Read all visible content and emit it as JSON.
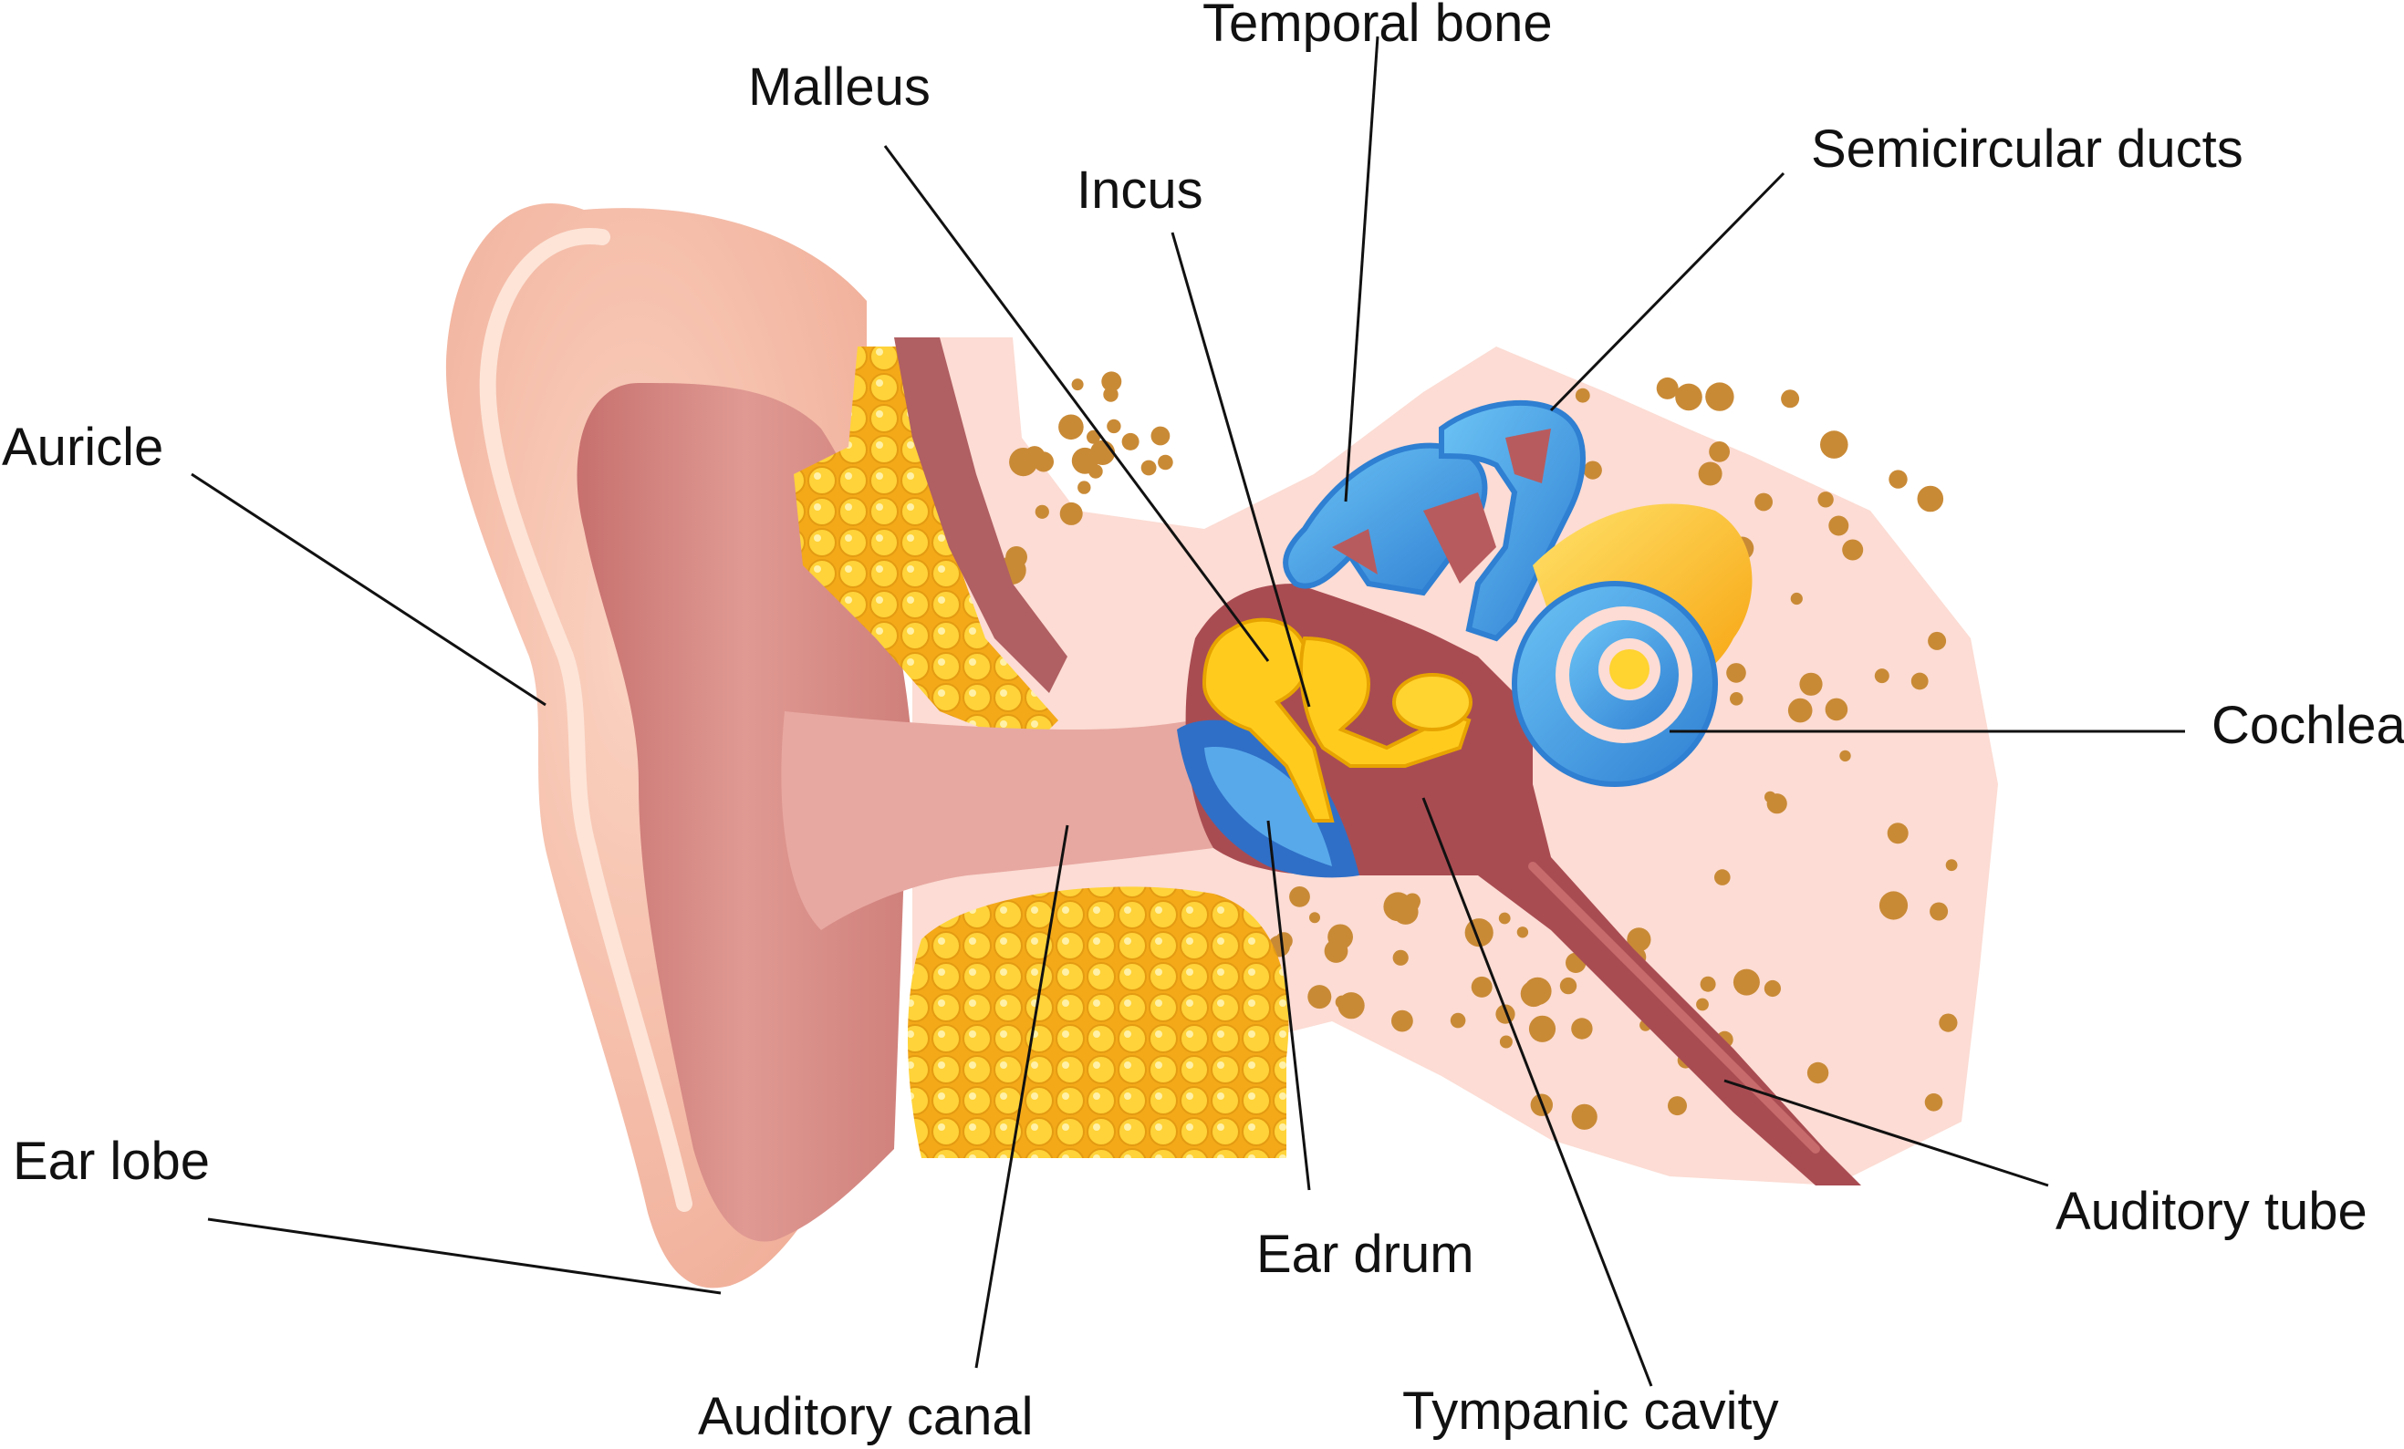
{
  "labels": {
    "temporal_bone": "Temporal bone",
    "malleus": "Malleus",
    "incus": "Incus",
    "semicircular_ducts": "Semicircular ducts",
    "auricle": "Auricle",
    "cochlea": "Cochlea",
    "ear_lobe": "Ear lobe",
    "auditory_tube": "Auditory tube",
    "ear_drum": "Ear drum",
    "auditory_canal": "Auditory canal",
    "tympanic_cavity": "Tympanic cavity"
  },
  "colors": {
    "skin_outer": "#f6c3ad",
    "skin_inner": "#d98c86",
    "canal": "#e7a8a1",
    "bone_tissue": "#fcdcd4",
    "bone_speck": "#c98a36",
    "fat_yellow": "#fcc21b",
    "cavity": "#a94c52",
    "inner_ear_blue": "#3f9ee4",
    "ossicle_yellow": "#ffcc1e",
    "eardrum_blue": "#2f6fc7",
    "tube": "#a54648",
    "leader_line": "#111111"
  }
}
